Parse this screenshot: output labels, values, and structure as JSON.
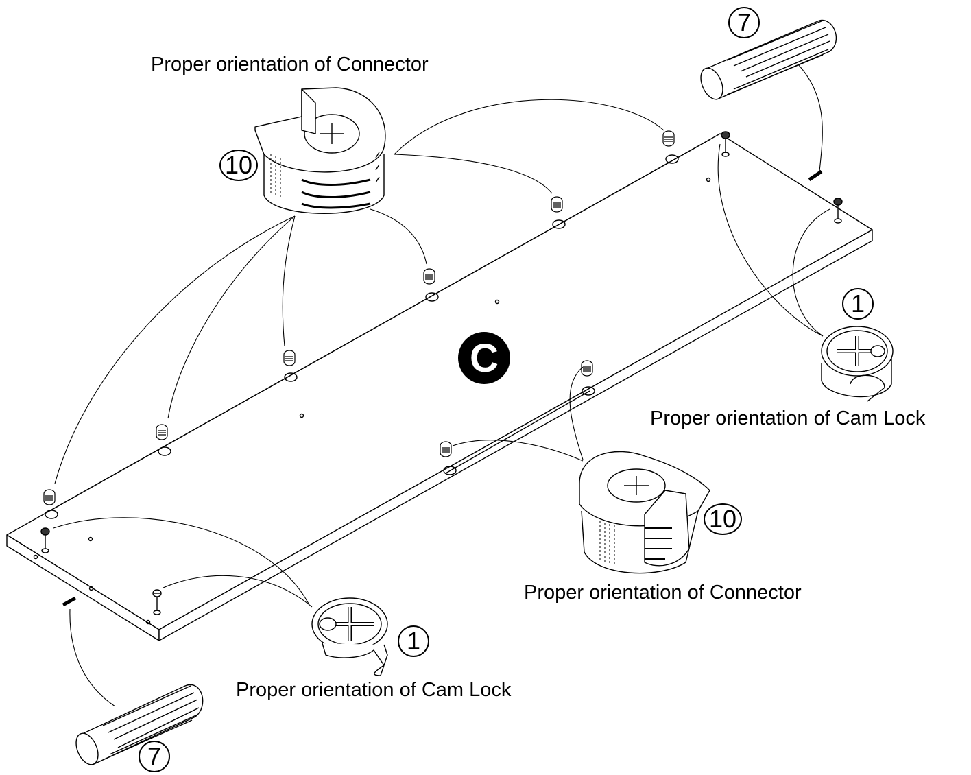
{
  "panel": {
    "letter": "C"
  },
  "labels": {
    "connector_top": "Proper orientation of Connector",
    "connector_bottom": "Proper orientation of Connector",
    "camlock_right": "Proper orientation of Cam Lock",
    "camlock_bottom": "Proper orientation of Cam Lock"
  },
  "part_numbers": {
    "dowel_top": "7",
    "dowel_bottom": "7",
    "connector_top": "10",
    "connector_bottom": "10",
    "camlock_right": "1",
    "camlock_bottom": "1"
  }
}
